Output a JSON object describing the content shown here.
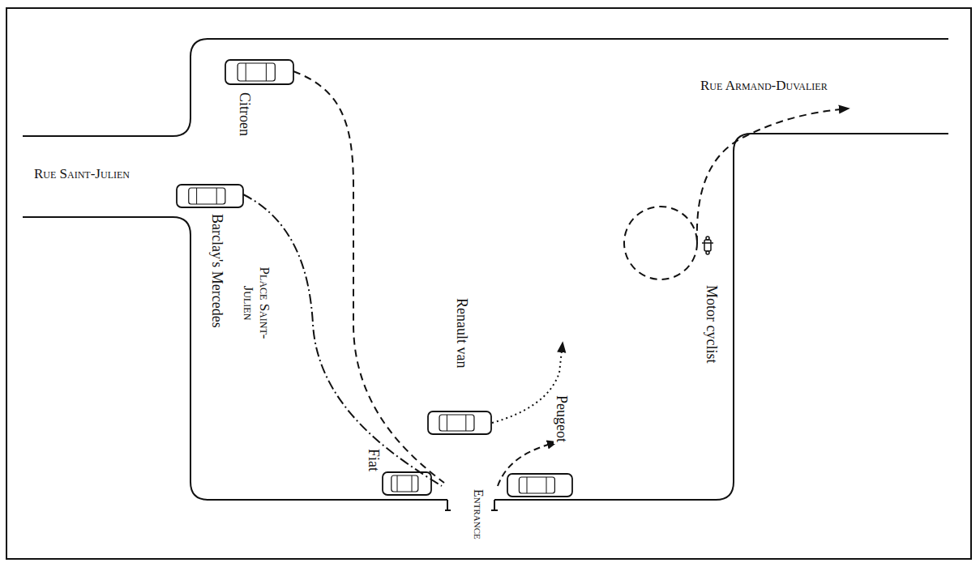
{
  "diagram": {
    "labels": [
      "Rue Armand-Duvalier",
      "Rue Saint-Julien",
      "Citroen",
      "Barclay's Mercedes",
      "Place Saint-Julien",
      "Renault van",
      "Peugeot",
      "Fiat",
      "Entrance",
      "Motor cyclist"
    ]
  }
}
